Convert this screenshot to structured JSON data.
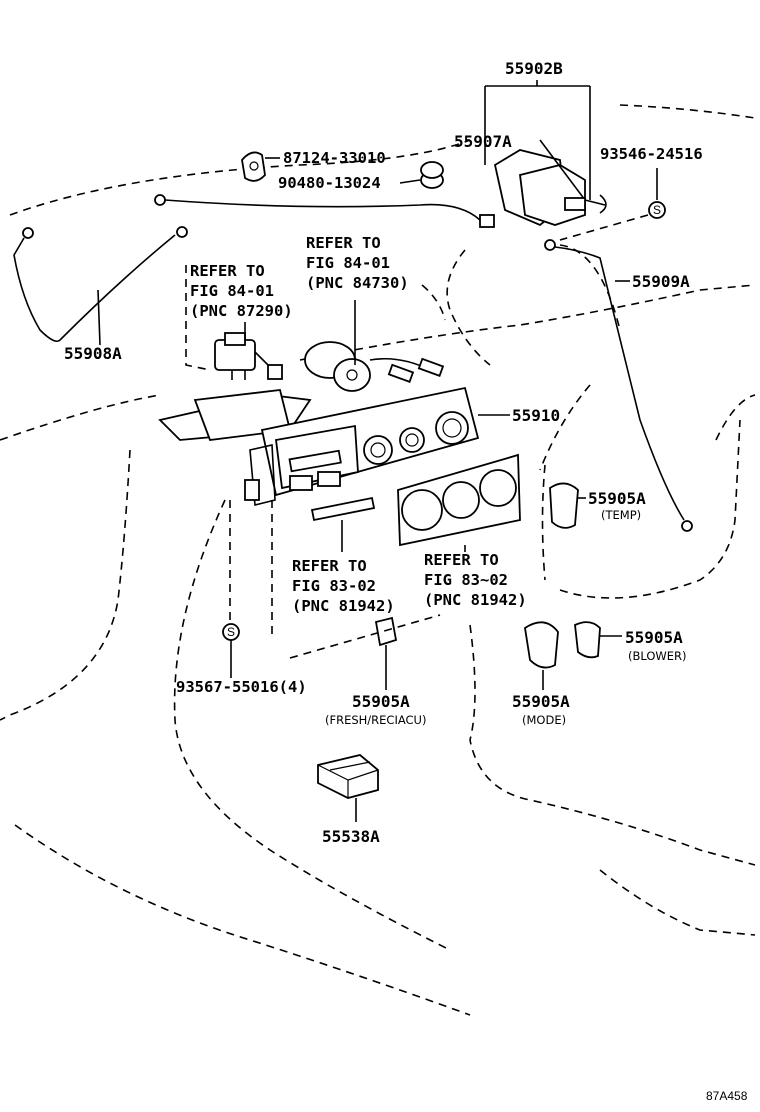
{
  "figure_code": "87A458",
  "labels": {
    "p55902B": "55902B",
    "p55907A": "55907A",
    "p87124": "87124-33010",
    "p90480": "90480-13024",
    "p93546": "93546-24516",
    "p55909A": "55909A",
    "p55908A": "55908A",
    "p55910": "55910",
    "p55905A_temp": "55905A",
    "p55905A_blower": "55905A",
    "p55905A_mode": "55905A",
    "p55905A_fresh": "55905A",
    "p93567": "93567-55016(4)",
    "p55538A": "55538A"
  },
  "sublabels": {
    "temp": "(TEMP)",
    "blower": "(BLOWER)",
    "mode": "(MODE)",
    "fresh": "(FRESH/RECIACU)"
  },
  "refs": {
    "ref1": [
      "REFER TO",
      "FIG 84-01",
      "(PNC 87290)"
    ],
    "ref2": [
      "REFER TO",
      "FIG 84-01",
      "(PNC 84730)"
    ],
    "ref3": [
      "REFER TO",
      "FIG 83-02",
      "(PNC 81942)"
    ],
    "ref4": [
      "REFER TO",
      "FIG 83~02",
      "(PNC 81942)"
    ]
  },
  "screw_symbol": "S"
}
